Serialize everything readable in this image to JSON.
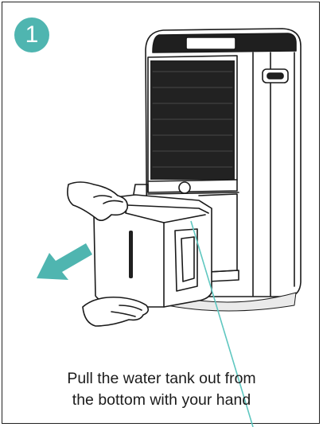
{
  "step": {
    "number": "1"
  },
  "caption": {
    "line1": "Pull the water tank out from",
    "line2": "the bottom with your hand"
  },
  "colors": {
    "badge": "#4fb5b0",
    "arrow": "#4fb5b0",
    "pointer_line": "#5fc7c0",
    "line_art": "#1a1a1a"
  },
  "icons": {
    "direction_arrow": "arrow-left-down-icon"
  }
}
